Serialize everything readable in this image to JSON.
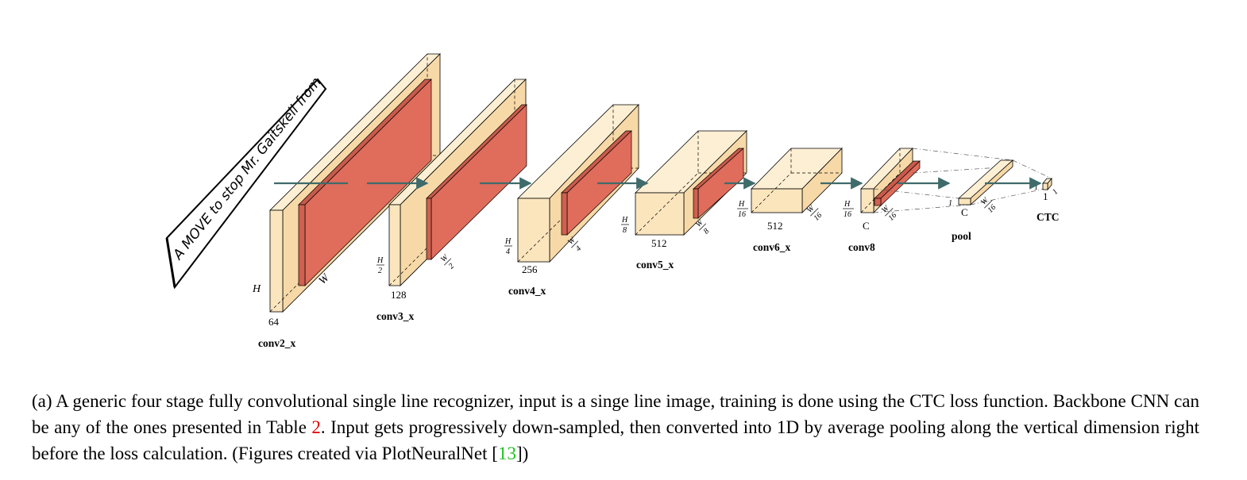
{
  "input_text": "A MOVE to stop Mr. Gaitskell from",
  "dims": {
    "H": "H",
    "W": "W",
    "H2": "H/2",
    "W2": "W/2",
    "H4": "H/4",
    "W4": "W/4",
    "H8": "H/8",
    "W8": "W/8",
    "H16": "H/16",
    "W16": "W/16",
    "C": "C",
    "one": "1"
  },
  "frac": {
    "H": "H",
    "W": "W",
    "d2": "2",
    "d4": "4",
    "d8": "8",
    "d16": "16"
  },
  "layers": [
    {
      "name": "conv2_x",
      "channels": "64"
    },
    {
      "name": "conv3_x",
      "channels": "128"
    },
    {
      "name": "conv4_x",
      "channels": "256"
    },
    {
      "name": "conv5_x",
      "channels": "512"
    },
    {
      "name": "conv6_x",
      "channels": "512"
    },
    {
      "name": "conv8",
      "channels": "C"
    },
    {
      "name": "pool",
      "channels": "C"
    },
    {
      "name": "CTC",
      "channels": "1"
    }
  ],
  "caption": {
    "part1": "(a) A generic four stage fully convolutional single line recognizer, input is a singe line image, training is done using the CTC loss function. Backbone CNN can be any of the ones presented in Table ",
    "table_ref": "2",
    "part2": ". Input gets progressively down-sampled, then converted into 1D by average pooling along the vertical dimension right before the loss calculation. (Figures created via PlotNeuralNet [",
    "cite_ref": "13",
    "part3": "])"
  },
  "colors": {
    "block": "#fbe5bd",
    "block_top": "#fdefd3",
    "block_side": "#f5d7a5",
    "relu": "#e06c5c",
    "relu_dark": "#b44a3c",
    "arrow": "#3f6b6b",
    "ref_red": "#e00000",
    "ref_green": "#20c020"
  }
}
